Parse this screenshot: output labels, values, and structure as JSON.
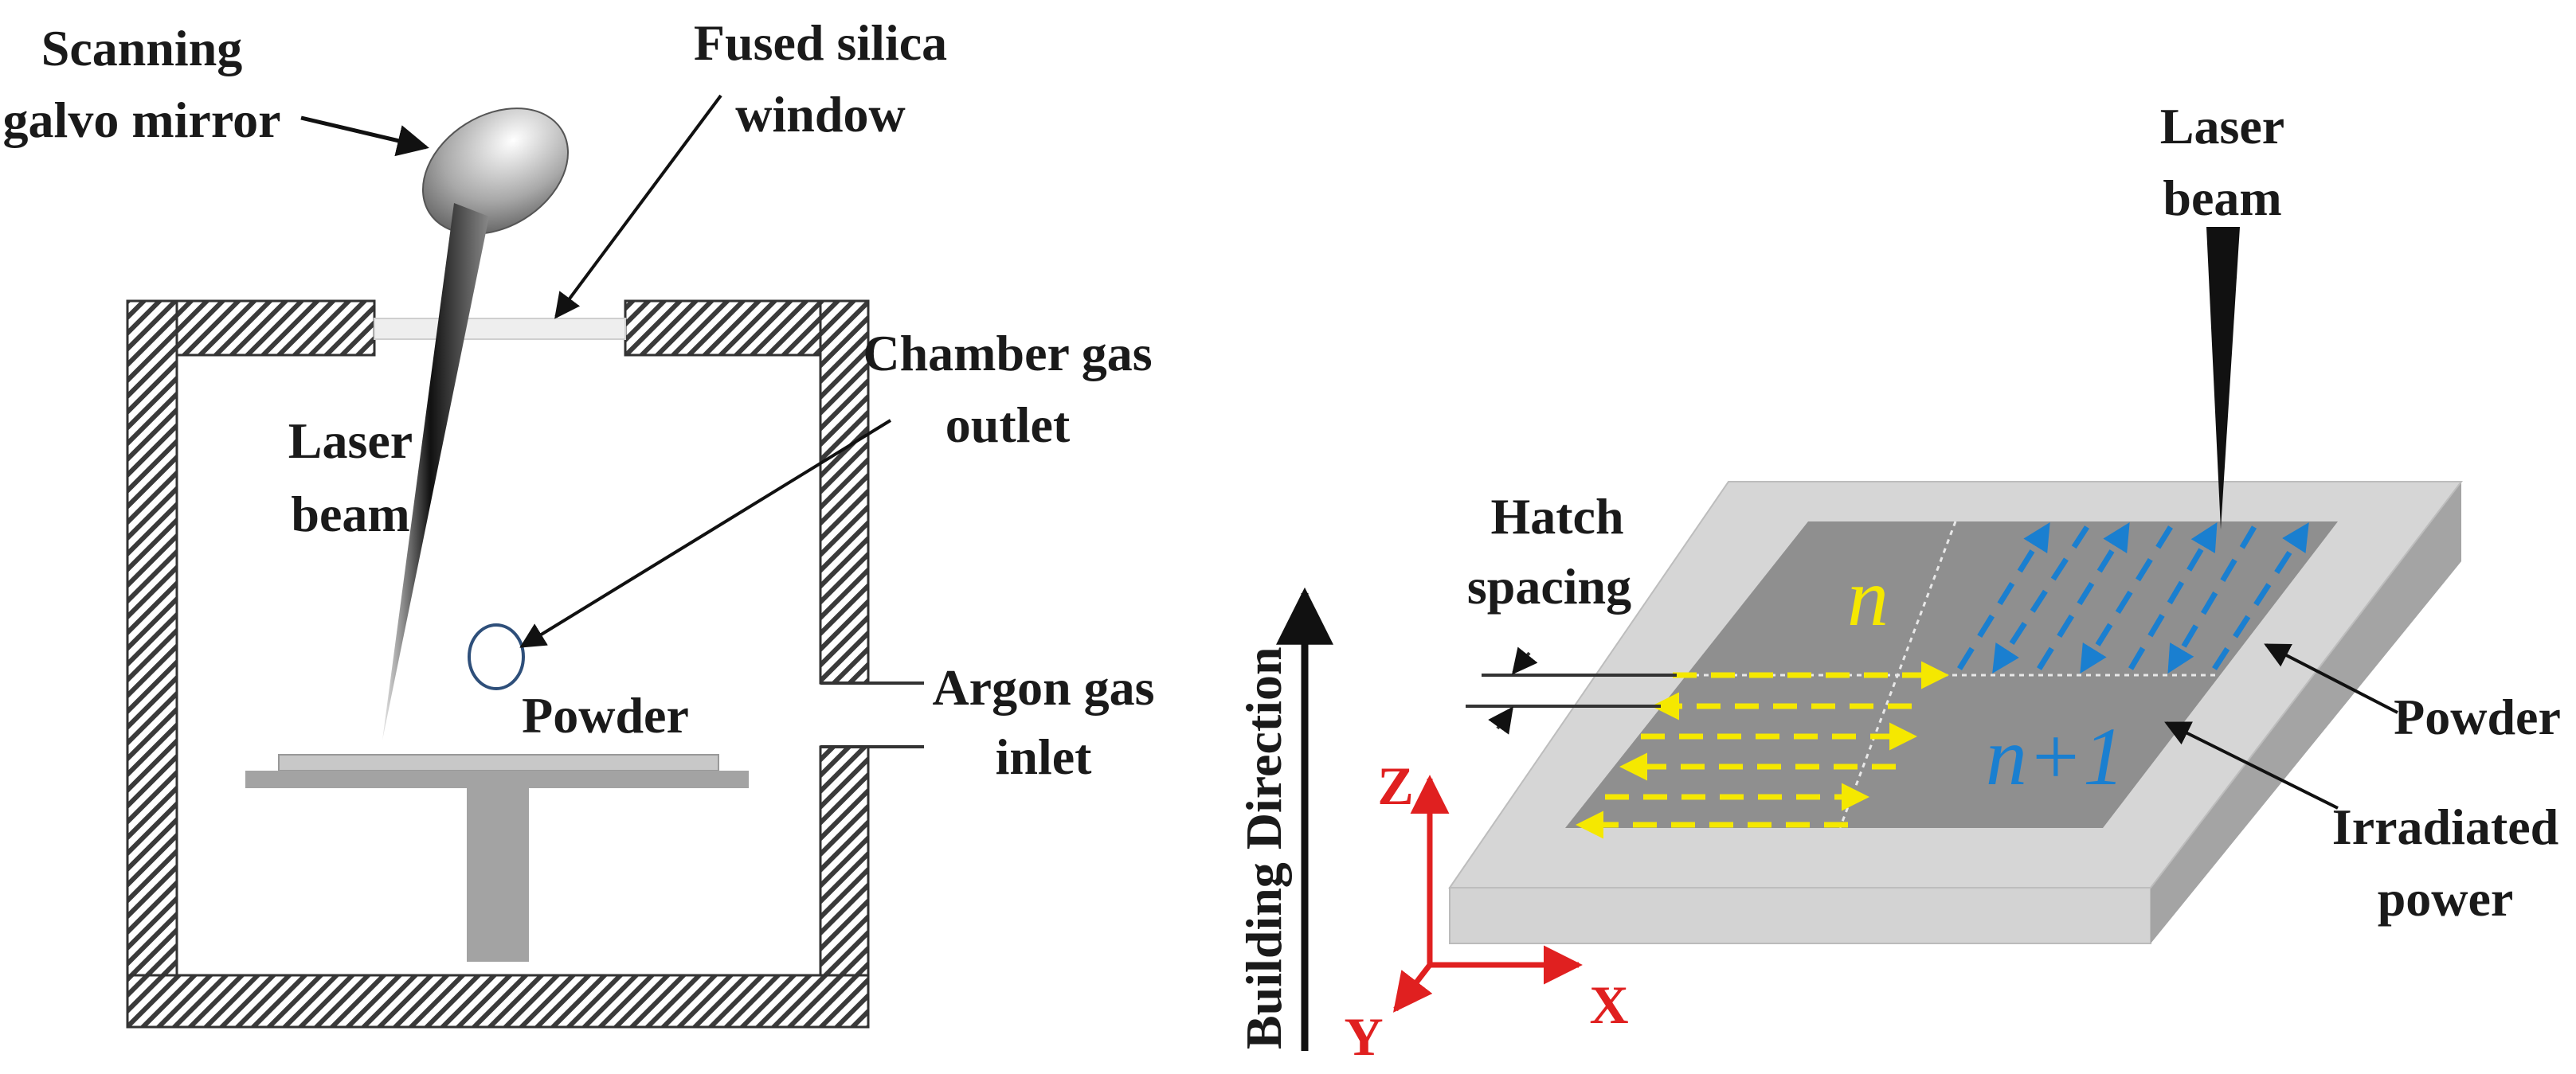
{
  "left": {
    "scanning_line1": "Scanning",
    "scanning_line2": "galvo mirror",
    "silica_line1": "Fused silica",
    "silica_line2": "window",
    "chamber_line1": "Chamber gas",
    "chamber_line2": "outlet",
    "laser_line1": "Laser",
    "laser_line2": "beam",
    "powder": "Powder",
    "argon_line1": "Argon gas",
    "argon_line2": "inlet"
  },
  "right": {
    "laser_line1": "Laser",
    "laser_line2": "beam",
    "hatch_line1": "Hatch",
    "hatch_line2": "spacing",
    "layer_n": "n",
    "layer_n1": "n+1",
    "powder": "Powder",
    "irradiated_line1": "Irradiated",
    "irradiated_line2": "power",
    "building_direction": "Building Direction",
    "axis_z": "Z",
    "axis_x": "X",
    "axis_y": "Y"
  },
  "colors": {
    "yellow_scan": "#f5e800",
    "blue_scan": "#1a7fd0",
    "axis_red": "#e02020"
  }
}
